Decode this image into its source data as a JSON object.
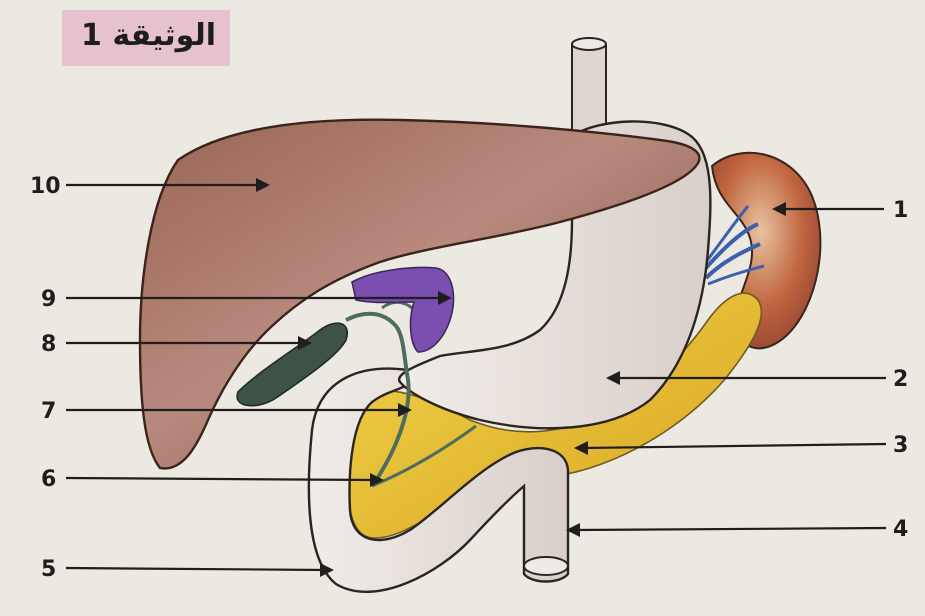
{
  "title": "الوثيقة 1",
  "labels": {
    "n1": "1",
    "n2": "2",
    "n3": "3",
    "n4": "4",
    "n5": "5",
    "n6": "6",
    "n7": "7",
    "n8": "8",
    "n9": "9",
    "n10": "10"
  },
  "colors": {
    "background": "#ece9e2",
    "title_band": "#e6c1d0",
    "liver": "#8e5a4b",
    "stomach_duodenum": "#e3dcd6",
    "pancreas": "#e4bb2c",
    "spleen": "#b5523e",
    "gallbladder": "#3e5248",
    "vein": "#7b4fb0",
    "splenic_vessels": "#3d5fb0"
  }
}
